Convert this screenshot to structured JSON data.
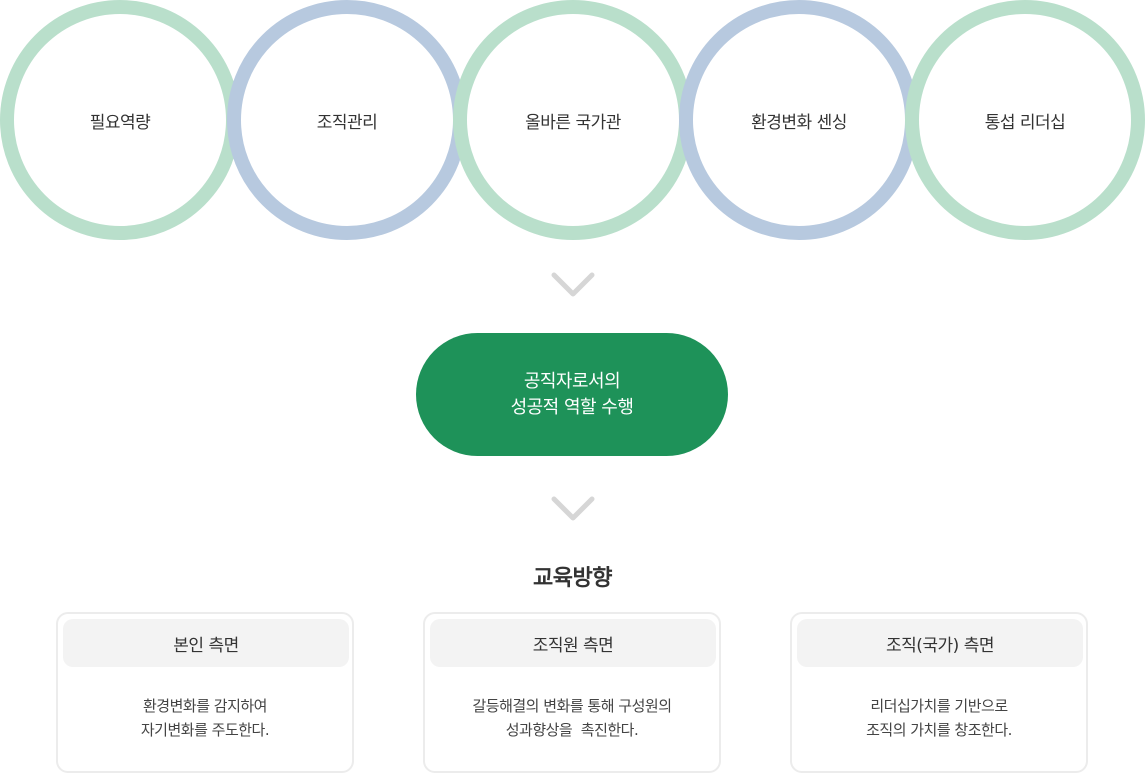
{
  "competencies": [
    {
      "label": "필요역량",
      "color": "#b9dfcb"
    },
    {
      "label": "조직관리",
      "color": "#b7c9df"
    },
    {
      "label": "올바른 국가관",
      "color": "#b9dfcb"
    },
    {
      "label": "환경변화 센싱",
      "color": "#b7c9df"
    },
    {
      "label": "통섭 리더십",
      "color": "#b9dfcb"
    }
  ],
  "goal": {
    "line1": "공직자로서의",
    "line2": "성공적 역할 수행",
    "color": "#1e9259"
  },
  "arrow_icon": "chevron-down-icon",
  "direction": {
    "title": "교육방향",
    "cards": [
      {
        "title": "본인 측면",
        "line1": "환경변화를 감지하여",
        "line2": "자기변화를 주도한다."
      },
      {
        "title": "조직원 측면",
        "line1": "갈등해결의 변화를 통해 구성원의",
        "line2": "성과향상을  촉진한다."
      },
      {
        "title": "조직(국가) 측면",
        "line1": "리더십가치를 기반으로",
        "line2": "조직의 가치를 창조한다."
      }
    ]
  }
}
